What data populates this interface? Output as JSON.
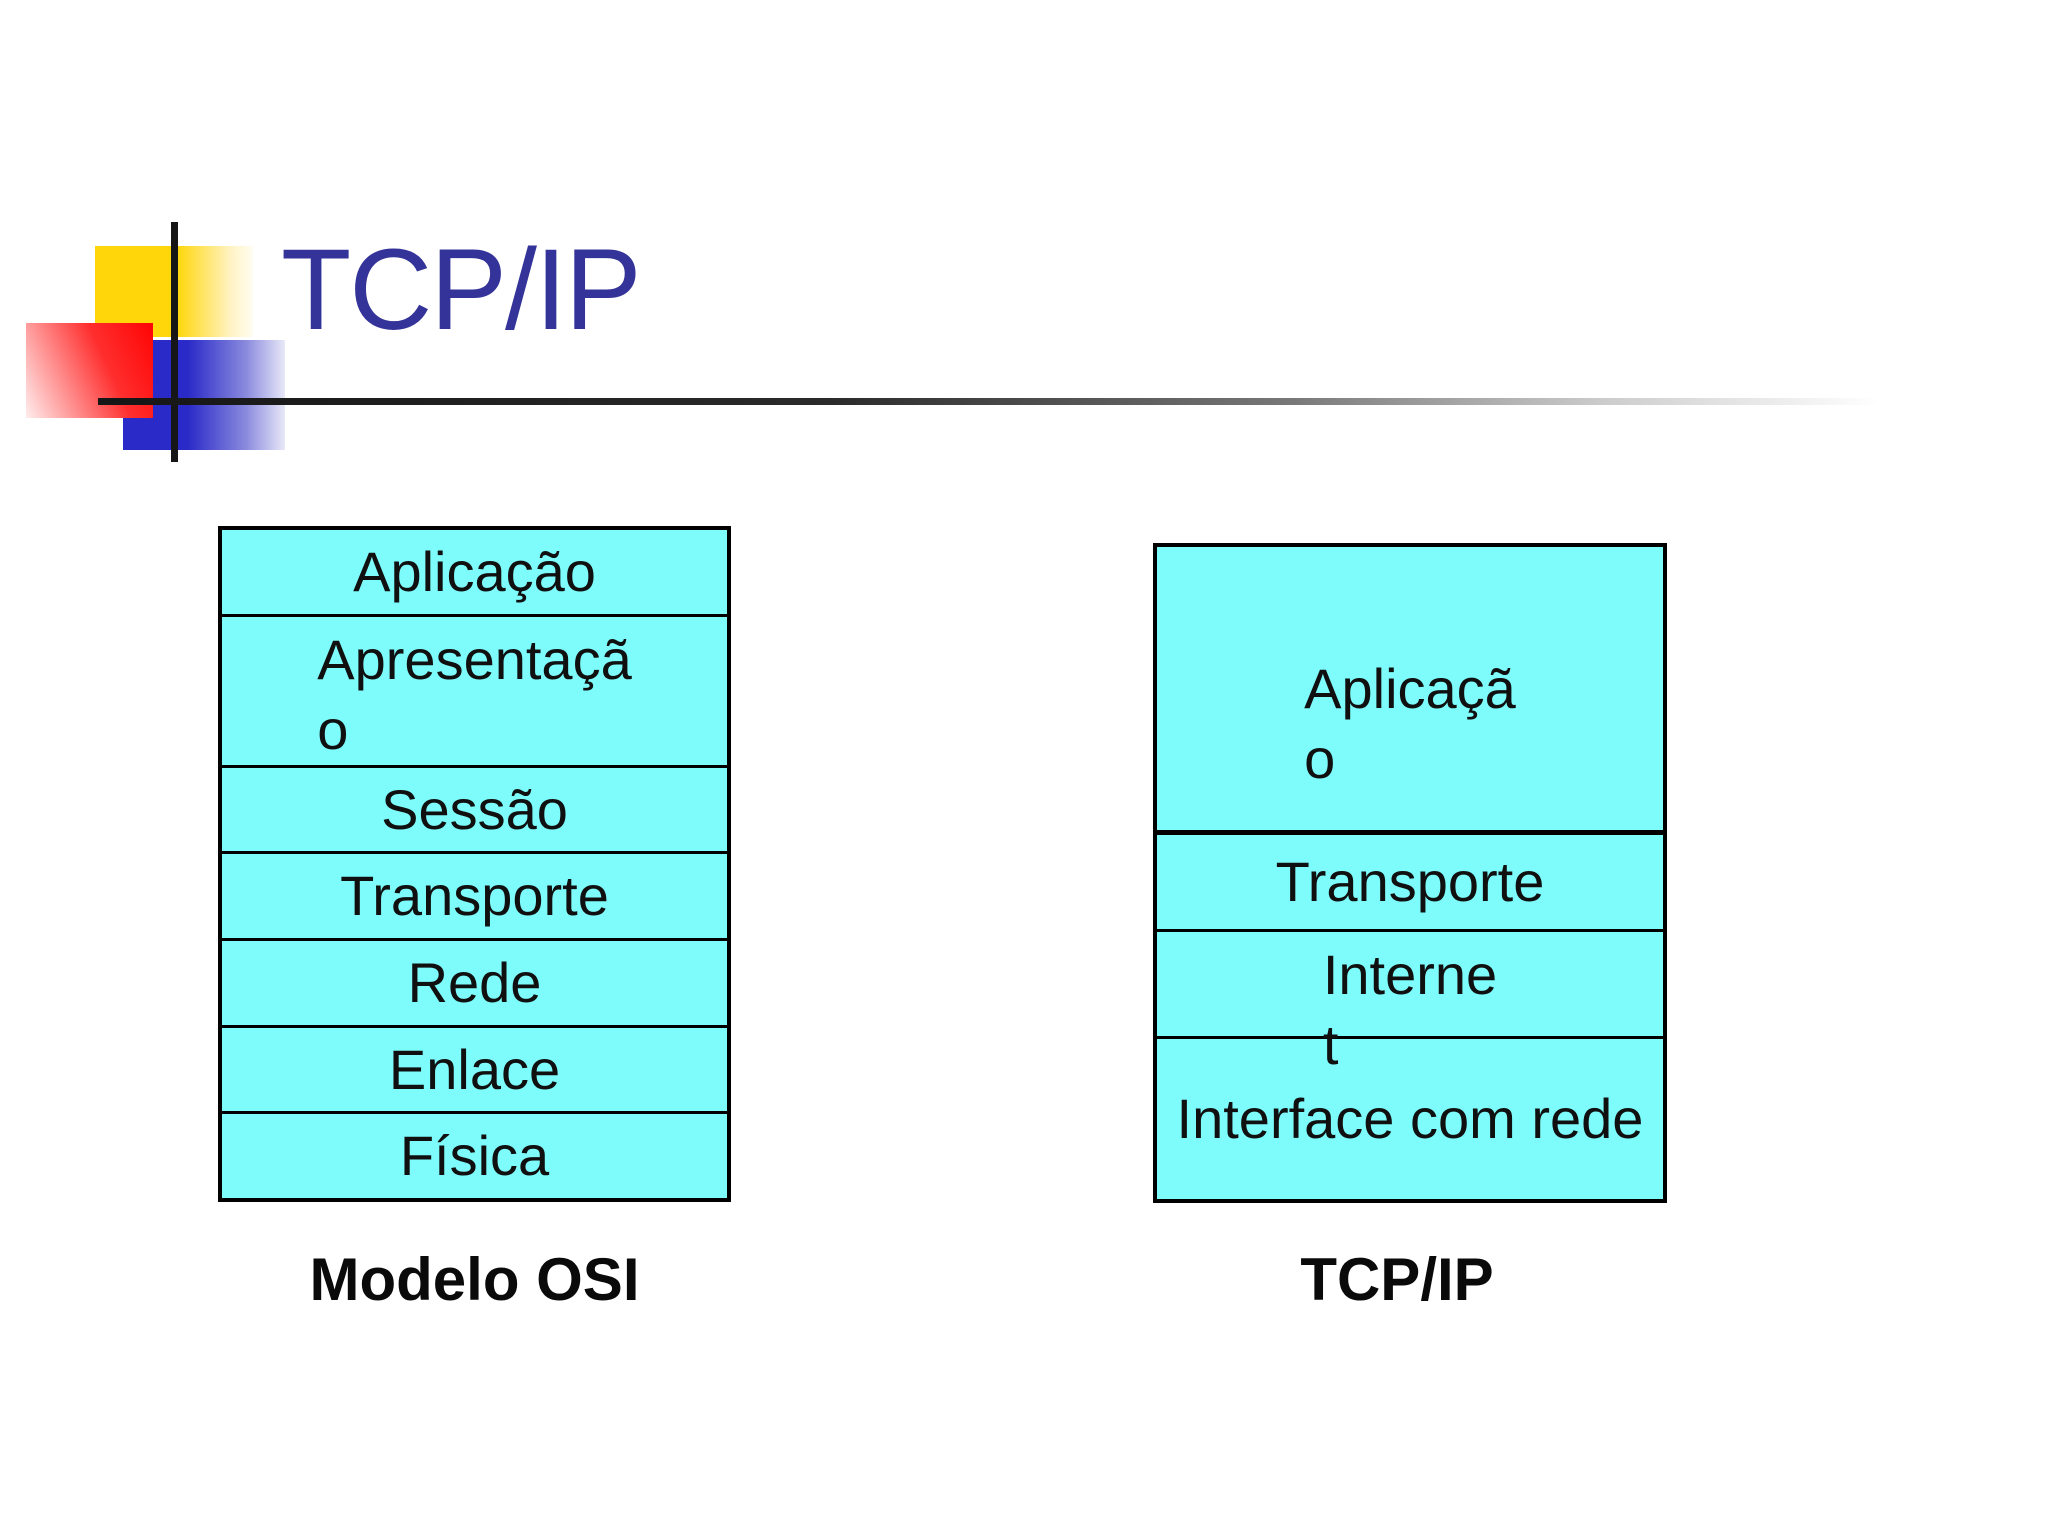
{
  "title": "TCP/IP",
  "colors": {
    "title_text": "#333399",
    "cell_fill": "#7EFBFB",
    "table_border": "#000000",
    "logo_yellow": "#FFD60A",
    "logo_red": "#FF0000",
    "logo_blue": "#2A2AC8"
  },
  "osi_table": {
    "caption": "Modelo OSI",
    "rows": [
      {
        "lines": [
          "Aplicação"
        ]
      },
      {
        "lines": [
          "Apresentaçã",
          "o"
        ]
      },
      {
        "lines": [
          "Sessão"
        ]
      },
      {
        "lines": [
          "Transporte"
        ]
      },
      {
        "lines": [
          "Rede"
        ]
      },
      {
        "lines": [
          "Enlace"
        ]
      },
      {
        "lines": [
          "Física"
        ]
      }
    ]
  },
  "tcpip_table": {
    "caption": "TCP/IP",
    "rows": [
      {
        "lines": [
          "Aplicaçã",
          "o"
        ]
      },
      {
        "lines": [
          "Transporte"
        ]
      },
      {
        "lines": [
          "Interne",
          "t"
        ]
      },
      {
        "lines": [
          "Interface com rede"
        ]
      }
    ]
  }
}
